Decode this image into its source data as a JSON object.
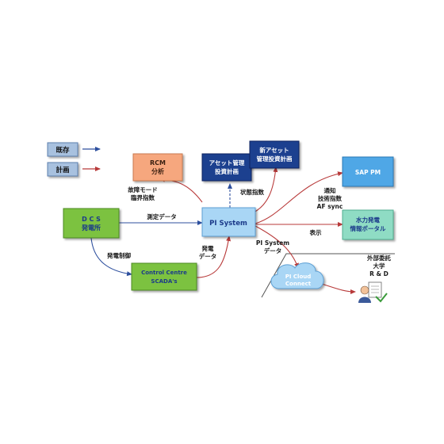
{
  "legend": {
    "existing": "既存",
    "planned": "計画"
  },
  "nodes": {
    "rcm": [
      "RCM",
      "分析"
    ],
    "asset_plan": [
      "アセット管理",
      "投資計画"
    ],
    "new_asset_plan": [
      "新アセット",
      "管理投資計画"
    ],
    "sap_pm": [
      "SAP PM"
    ],
    "dcs": [
      "D C S",
      "発電所"
    ],
    "pi_system": [
      "PI System"
    ],
    "hydro_portal": [
      "水力発電",
      "情報ポータル"
    ],
    "scada": [
      "Control Centre",
      "SCADA's"
    ],
    "pi_cloud": [
      "PI Cloud",
      "Connect"
    ],
    "external": [
      "外部委託",
      "大学",
      "R & D"
    ]
  },
  "edge_labels": {
    "failure_mode": [
      "故障モード",
      "臨界指数"
    ],
    "measurement": [
      "測定データ"
    ],
    "status_index": [
      "状態指数"
    ],
    "notify": [
      "通知",
      "技術指数",
      "AF sync"
    ],
    "display": [
      "表示"
    ],
    "gen_control": [
      "発電制御"
    ],
    "gen_data": [
      "発電",
      "データ"
    ],
    "pi_data": [
      "PI System",
      "データ"
    ]
  },
  "colors": {
    "existing_arrow": "#2d4f9e",
    "planned_arrow": "#b83a3a",
    "rcm": "#f6a77e",
    "navy": "#1f3f8f",
    "sky": "#4fa7e6",
    "green": "#7cc241",
    "mint": "#8fdcc4",
    "lightblue": "#a9d6f5",
    "legend_box": "#a8c1df"
  }
}
